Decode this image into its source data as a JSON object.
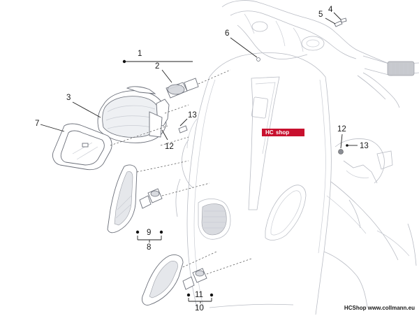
{
  "watermark": {
    "left": "HC",
    "right": "shop"
  },
  "footer": {
    "brand": "HCShop",
    "site": "www.collmann.eu"
  },
  "callouts": {
    "c1": "1",
    "c2": "2",
    "c3": "3",
    "c4": "4",
    "c5": "5",
    "c6": "6",
    "c7": "7",
    "c8": "8",
    "c9": "9",
    "c10": "10",
    "c11": "11",
    "c12a": "12",
    "c12b": "12",
    "c13a": "13",
    "c13b": "13"
  },
  "colors": {
    "badge": "#c8102e",
    "line": "#222222",
    "ghost": "#b9bcc4"
  }
}
